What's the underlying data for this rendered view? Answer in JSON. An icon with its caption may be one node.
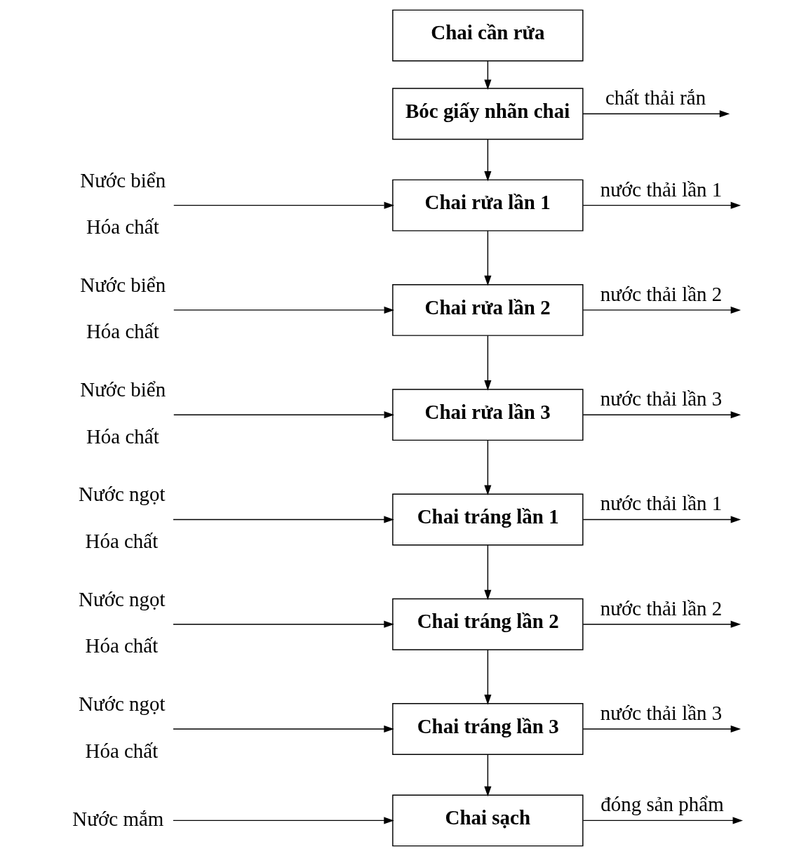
{
  "diagram": {
    "nodes": [
      {
        "text": [
          "Chai cần rửa"
        ]
      },
      {
        "text": [
          "Bóc giấy nhãn chai"
        ]
      },
      {
        "text": [
          "Chai rửa lần 1"
        ]
      },
      {
        "text": [
          "Chai rửa lần 2"
        ]
      },
      {
        "text": [
          "Chai rửa lần 3"
        ]
      },
      {
        "text": [
          "Chai tráng lần 1"
        ]
      },
      {
        "text": [
          "Chai tráng lần 2"
        ]
      },
      {
        "text": [
          "Chai tráng lần 3"
        ]
      },
      {
        "text": [
          "Chai sạch"
        ]
      },
      {
        "text": [
          "Nước biển",
          "Hóa chất"
        ]
      },
      {
        "text": [
          "Nước biển",
          "Hóa chất"
        ]
      },
      {
        "text": [
          "Nước biển",
          "Hóa chất"
        ]
      },
      {
        "text": [
          "Nước ngọt",
          "Hóa chất"
        ]
      },
      {
        "text": [
          "Nước ngọt",
          "Hóa chất"
        ]
      },
      {
        "text": [
          "Nước ngọt",
          "Hóa chất"
        ]
      },
      {
        "text": [
          "Nước mắm"
        ]
      }
    ],
    "edges": [
      {
        "from": 0,
        "to": 1,
        "arrow": "to"
      },
      {
        "from": 1,
        "to": 2,
        "arrow": "to"
      },
      {
        "from": 2,
        "to": 3,
        "arrow": "to"
      },
      {
        "from": 3,
        "to": 4,
        "arrow": "to"
      },
      {
        "from": 4,
        "to": 5,
        "arrow": "to"
      },
      {
        "from": 5,
        "to": 6,
        "arrow": "to"
      },
      {
        "from": 6,
        "to": 7,
        "arrow": "to"
      },
      {
        "from": 7,
        "to": 8,
        "arrow": "to"
      },
      {
        "from": 9,
        "to": 2,
        "arrow": "to"
      },
      {
        "from": 10,
        "to": 3,
        "arrow": "to"
      },
      {
        "from": 11,
        "to": 4,
        "arrow": "to"
      },
      {
        "from": 12,
        "to": 5,
        "arrow": "to"
      },
      {
        "from": 13,
        "to": 6,
        "arrow": "to"
      },
      {
        "from": 14,
        "to": 7,
        "arrow": "to"
      },
      {
        "from": 15,
        "to": 8,
        "arrow": "to"
      },
      {
        "from": 1,
        "to": null,
        "arrow": "to",
        "label": "chất thải rắn"
      },
      {
        "from": 2,
        "to": null,
        "arrow": "to",
        "label": "nước thải lần 1"
      },
      {
        "from": 3,
        "to": null,
        "arrow": "to",
        "label": "nước thải lần 2"
      },
      {
        "from": 4,
        "to": null,
        "arrow": "to",
        "label": "nước thải lần 3"
      },
      {
        "from": 5,
        "to": null,
        "arrow": "to",
        "label": "nước thải lần 1"
      },
      {
        "from": 6,
        "to": null,
        "arrow": "to",
        "label": "nước thải lần 2"
      },
      {
        "from": 7,
        "to": null,
        "arrow": "to",
        "label": "nước thải lần 3"
      },
      {
        "from": 8,
        "to": null,
        "arrow": "to",
        "label": "đóng sản phẩm"
      }
    ]
  }
}
